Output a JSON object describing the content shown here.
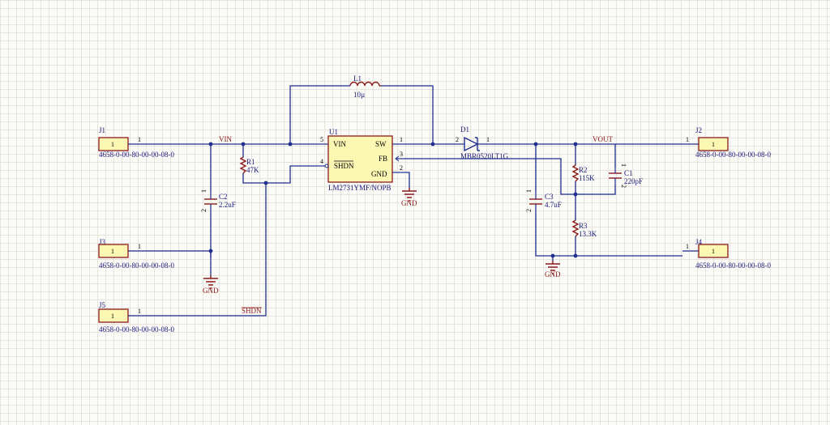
{
  "connectors": {
    "J1": {
      "ref": "J1",
      "pin": "1",
      "part": "4658-0-00-80-00-00-08-0"
    },
    "J2": {
      "ref": "J2",
      "pin": "1",
      "part": "4658-0-00-80-00-00-08-0"
    },
    "J3": {
      "ref": "J3",
      "pin": "1",
      "part": "4658-0-00-80-00-00-08-0"
    },
    "J4": {
      "ref": "J4",
      "pin": "1",
      "part": "4658-0-00-80-00-00-08-0"
    },
    "J5": {
      "ref": "J5",
      "pin": "1",
      "part": "4658-0-00-80-00-00-08-0"
    }
  },
  "ic": {
    "ref": "U1",
    "part": "LM2731YMF/NOPB",
    "pins": {
      "vin": "VIN",
      "shdn": "SHDN",
      "sw": "SW",
      "fb": "FB",
      "gnd": "GND"
    },
    "pin_numbers": {
      "vin": "5",
      "shdn": "4",
      "sw": "1",
      "fb": "3",
      "gnd": "2"
    }
  },
  "inductor": {
    "ref": "L1",
    "value": "10µ"
  },
  "diode": {
    "ref": "D1",
    "part": "MBR0520LT1G",
    "pin_a": "2",
    "pin_k": "1"
  },
  "resistors": {
    "R1": {
      "ref": "R1",
      "value": "47K"
    },
    "R2": {
      "ref": "R2",
      "value": "115K"
    },
    "R3": {
      "ref": "R3",
      "value": "13.3K"
    }
  },
  "capacitors": {
    "C1": {
      "ref": "C1",
      "value": "220pF"
    },
    "C2": {
      "ref": "C2",
      "value": "2.2uF"
    },
    "C3": {
      "ref": "C3",
      "value": "4.7uF"
    }
  },
  "cap_pins": {
    "p1": "1",
    "p2": "2"
  },
  "nets": {
    "vin": "VIN",
    "vout": "VOUT",
    "shdn": "SHDN",
    "gnd": "GND"
  },
  "colors": {
    "wire": "#1f2f8f",
    "body": "#fdf7b4",
    "outline": "#8b1a1a",
    "background": "#fbfbf7"
  }
}
